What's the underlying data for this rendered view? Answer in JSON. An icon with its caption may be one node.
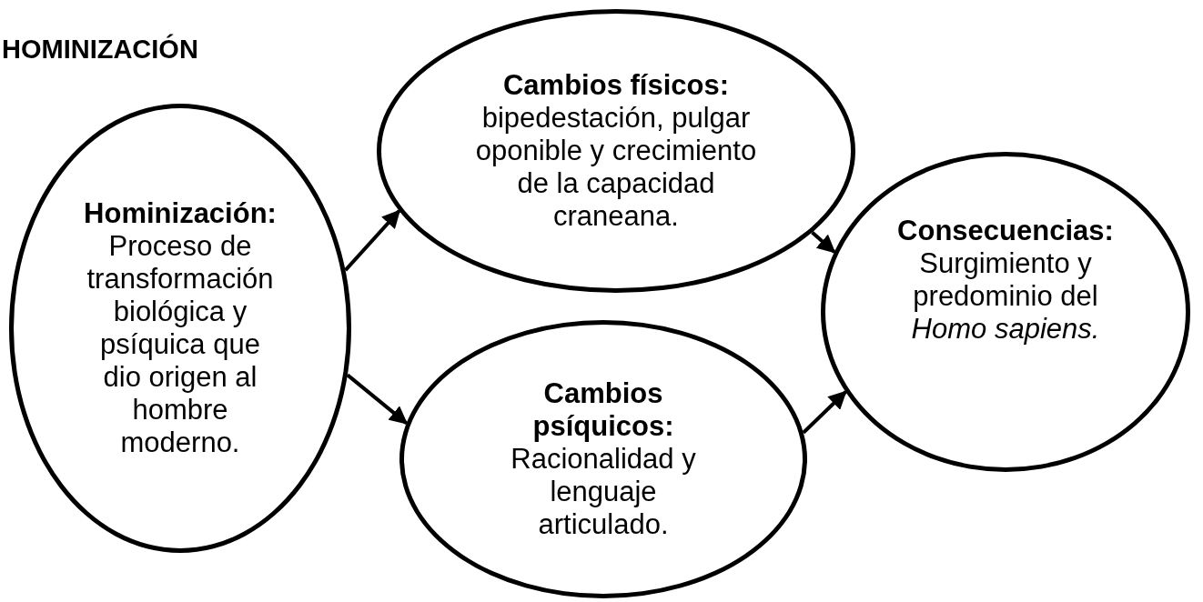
{
  "diagram": {
    "title": "HOMINIZACIÓN",
    "nodes": [
      {
        "text": [
          "Hominización:",
          "Proceso de transformación biológica y psíquica que dio origen al hombre moderno."
        ]
      },
      {
        "text": [
          "Cambios físicos:",
          "bipedestación, pulgar oponible y crecimiento de la capacidad craneana."
        ]
      },
      {
        "text": [
          "Cambios psíquicos:",
          "Racionalidad y lenguaje articulado."
        ]
      },
      {
        "text": [
          "Consecuencias:",
          "Surgimiento y predominio del *Homo sapiens.*"
        ]
      }
    ],
    "edges": [
      {
        "from": 0,
        "to": 1,
        "arrow": "to"
      },
      {
        "from": 0,
        "to": 2,
        "arrow": "to"
      },
      {
        "from": 1,
        "to": 3,
        "arrow": "to"
      },
      {
        "from": 2,
        "to": 3,
        "arrow": "to"
      }
    ]
  }
}
